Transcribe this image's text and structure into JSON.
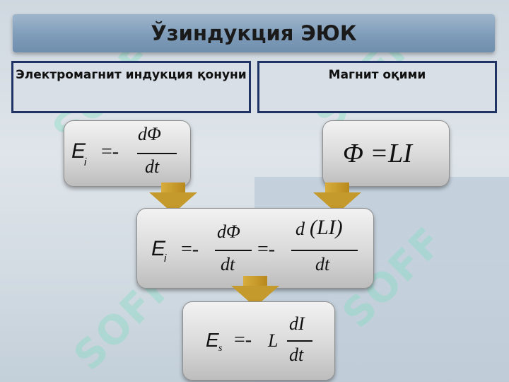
{
  "title": "Ўзиндукция ЭЮК",
  "labels": {
    "left": "Электромагнит индукция қонуни",
    "right": "Магнит оқими"
  },
  "watermark_text": "SOFF",
  "formula1": {
    "lhs": "E",
    "sub": "i",
    "eq": "=-",
    "num": "dΦ",
    "den": "dt"
  },
  "formula2": {
    "text": "Φ =LI"
  },
  "formula3": {
    "lhs": "E",
    "sub": "i",
    "eq1": "=-",
    "num1": "dΦ",
    "den1": "dt",
    "eq2": "=-",
    "num2_d": "d",
    "num2_paren": "(LI)",
    "den2": "dt"
  },
  "formula4": {
    "lhs": "E",
    "sub": "s",
    "eq": "=-",
    "L": "L",
    "num": "dI",
    "den": "dt"
  }
}
